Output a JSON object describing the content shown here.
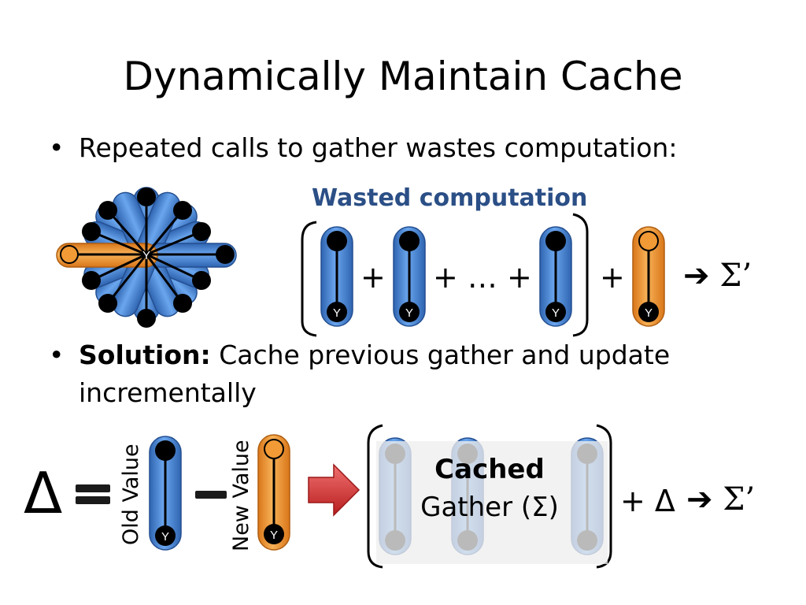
{
  "title": "Dynamically Maintain Cache",
  "bullet_symbol": "•",
  "bullet1": "Repeated calls to gather wastes computation:",
  "wasted_label": "Wasted computation",
  "node_label": "Y",
  "ops": {
    "plus": "+",
    "plus_dots_plus": "+ … +",
    "arrow_sigma_prime": "➔ Σ’",
    "plus_delta": "+ Δ",
    "delta": "Δ",
    "equals": "=",
    "minus": "–"
  },
  "bullet2": {
    "bold": "Solution:",
    "text": " Cache previous gather and update",
    "line2": "incrementally"
  },
  "old_value_label": "Old Value",
  "new_value_label": "New Value",
  "cached_gather": {
    "line1": "Cached",
    "line2": "Gather (Σ)"
  },
  "colors": {
    "blue": "#3f7fcf",
    "orange": "#f0922a",
    "title_blue": "#2b4f86",
    "arrow_red": "#d93434"
  }
}
